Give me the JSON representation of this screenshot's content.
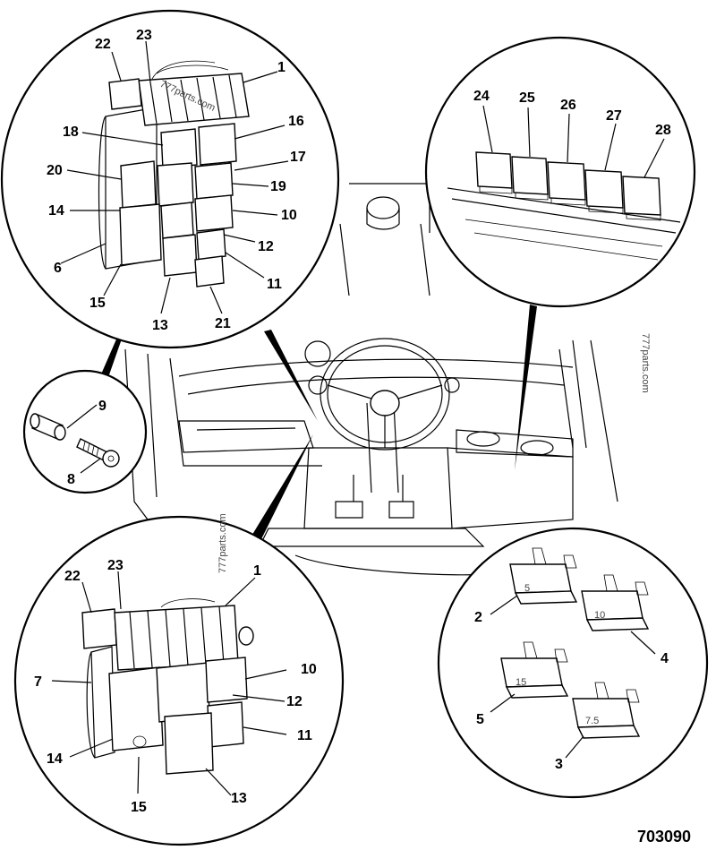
{
  "drawing_number": "703090",
  "watermark": "777parts.com",
  "callouts": {
    "c1_top": "1",
    "c22_top": "22",
    "c23_top": "23",
    "c16": "16",
    "c18": "18",
    "c17": "17",
    "c20": "20",
    "c19": "19",
    "c14_top": "14",
    "c10_top": "10",
    "c12_top": "12",
    "c6": "6",
    "c11_top": "11",
    "c15_top": "15",
    "c13_top": "13",
    "c21": "21",
    "c24": "24",
    "c25": "25",
    "c26": "26",
    "c27": "27",
    "c28": "28",
    "c9": "9",
    "c8": "8",
    "c22_bot": "22",
    "c23_bot": "23",
    "c1_bot": "1",
    "c10_bot": "10",
    "c7": "7",
    "c12_bot": "12",
    "c11_bot": "11",
    "c14_bot": "14",
    "c15_bot": "15",
    "c13_bot": "13",
    "c2": "2",
    "c4": "4",
    "c5": "5",
    "c3": "3"
  },
  "fuse_ratings": {
    "f2": "5",
    "f4": "10",
    "f5": "15",
    "f3": "7.5"
  }
}
